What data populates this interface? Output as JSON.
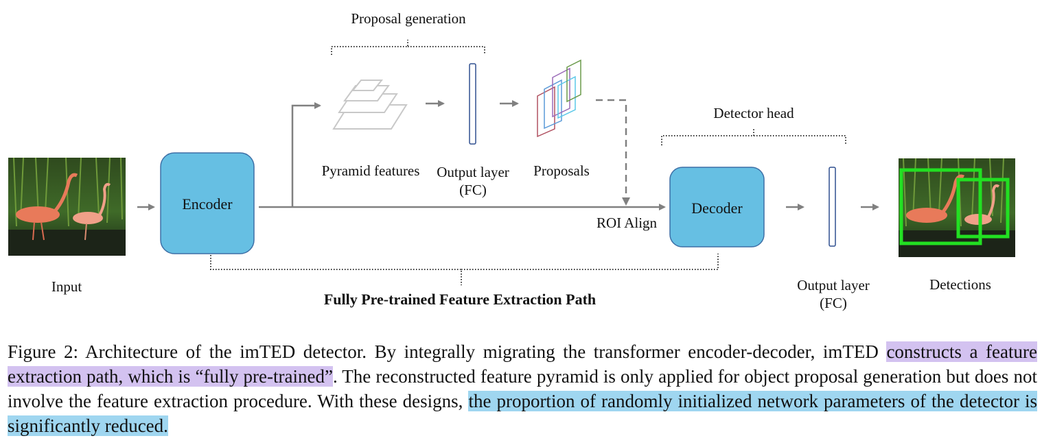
{
  "labels": {
    "proposal_generation": "Proposal generation",
    "detector_head": "Detector head",
    "pyramid_features": "Pyramid features",
    "output_layer_line1": "Output layer",
    "output_layer_line2": "(FC)",
    "proposals": "Proposals",
    "encoder": "Encoder",
    "decoder": "Decoder",
    "roi_align": "ROI Align",
    "input": "Input",
    "detections": "Detections",
    "path_title": "Fully Pre-trained Feature Extraction Path",
    "output_layer2_line1": "Output layer",
    "output_layer2_line2": "(FC)"
  },
  "caption": {
    "part1": "Figure 2: Architecture of the imTED detector. By integrally migrating the transformer encoder-decoder, imTED ",
    "highlight1": "constructs a feature extraction path, which is “fully pre-trained”",
    "part2": ". The reconstructed feature pyramid is only applied for object proposal generation but does not involve the feature extraction procedure. With these designs, ",
    "highlight2": "the proportion of randomly initialized network parameters of the detector is significantly reduced."
  },
  "colors": {
    "box_fill": "#66bfe3",
    "box_stroke": "#3d6fa6",
    "arrow": "#808080",
    "highlight_purple": "#d3c2f0",
    "highlight_blue": "#9fd6f0",
    "detection_box": "#22e022"
  }
}
